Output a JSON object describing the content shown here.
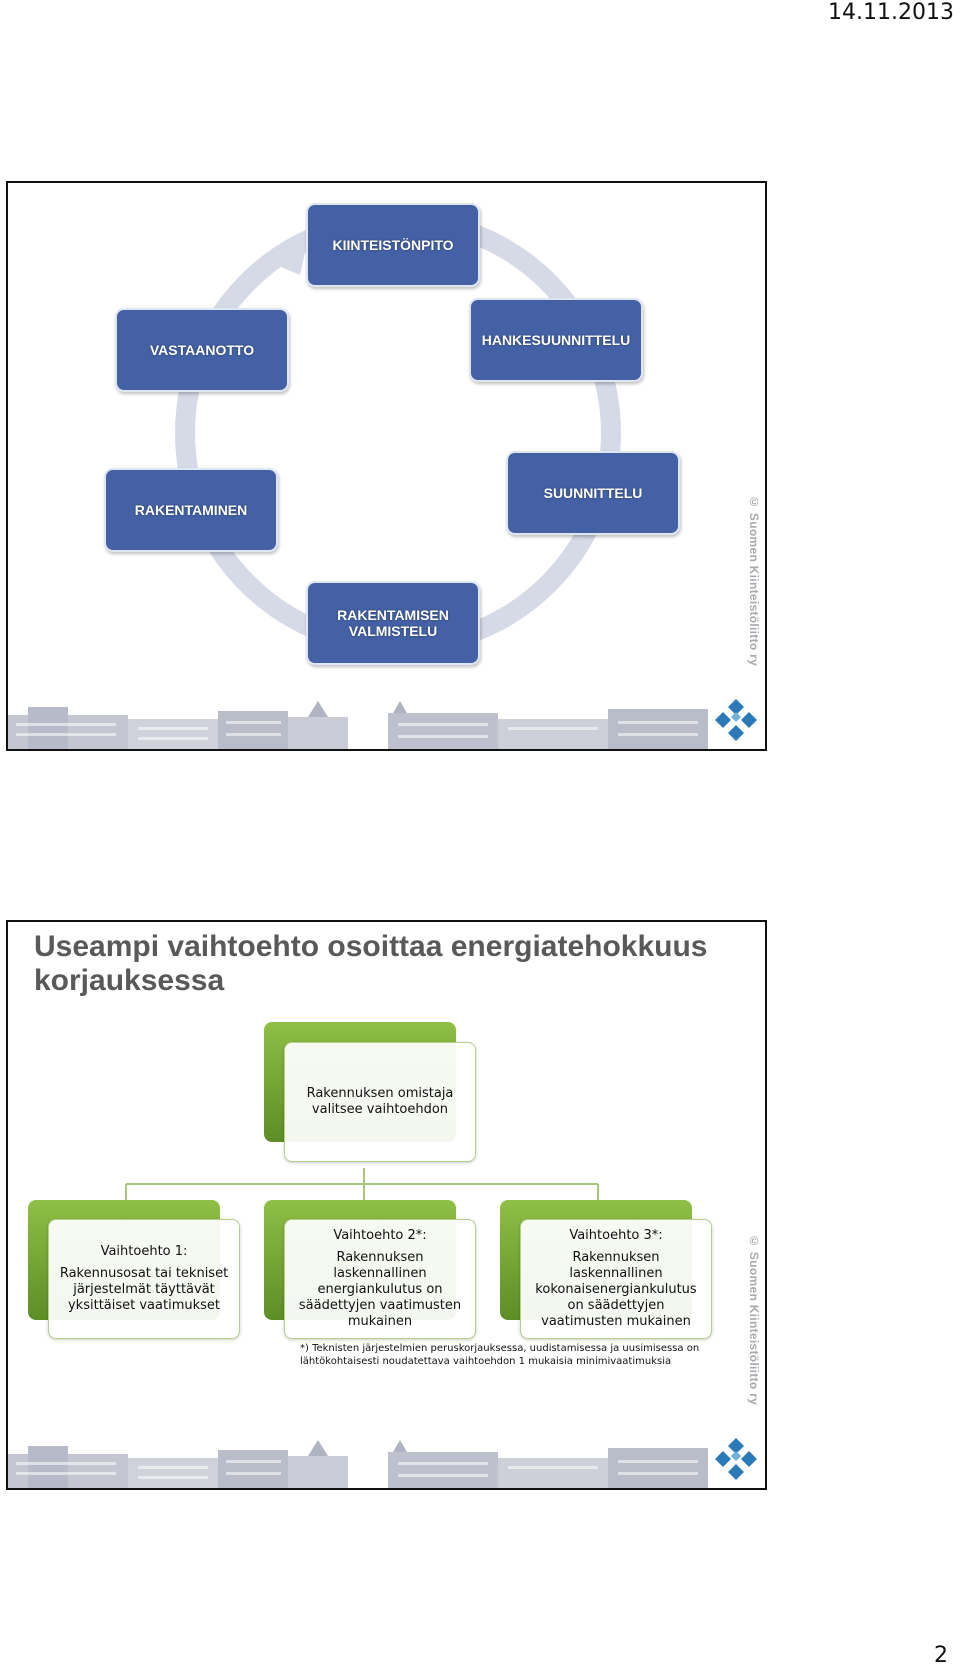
{
  "page": {
    "date": "14.11.2013",
    "number": "2"
  },
  "slide1": {
    "copyright": "© Suomen Kiinteistöliitto ry",
    "cycle": [
      "KIINTEISTÖNPITO",
      "HANKESUUNNITTELU",
      "SUUNNITTELU",
      "RAKENTAMISEN\nVALMISTELU",
      "RAKENTAMINEN",
      "VASTAANOTTO"
    ],
    "colors": {
      "box": "#4361a4",
      "arrow": "#d6d9e6"
    }
  },
  "slide2": {
    "title": "Useampi vaihtoehto osoittaa energiatehokkuus korjauksessa",
    "copyright": "© Suomen Kiinteistöliitto ry",
    "top_box": "Rakennuksen omistaja valitsee vaihtoehdon",
    "options": [
      {
        "heading": "Vaihtoehto 1:",
        "text": "Rakennusosat tai tekniset järjestelmät täyttävät yksittäiset vaatimukset"
      },
      {
        "heading": "Vaihtoehto 2*:",
        "text": "Rakennuksen laskennallinen energiankulutus on säädettyjen vaatimusten mukainen"
      },
      {
        "heading": "Vaihtoehto 3*:",
        "text": "Rakennuksen laskennallinen kokonaisenergiankulutus on säädettyjen vaatimusten mukainen"
      }
    ],
    "footnote": "*) Teknisten järjestelmien peruskorjauksessa, uudistamisessa ja uusimisessa on lähtökohtaisesti noudatettava  vaihtoehdon 1 mukaisia minimivaatimuksia",
    "colors": {
      "green": "#6a9a2e",
      "connector": "#a9c77a"
    }
  }
}
